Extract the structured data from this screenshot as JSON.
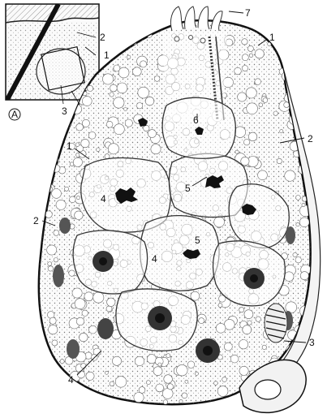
{
  "inset": {
    "panel_letter": "A",
    "labels": {
      "l1": "1",
      "l2": "2",
      "l3": "3"
    }
  },
  "main": {
    "labels": {
      "l1_top": "1",
      "l1_left": "1",
      "l2_right": "2",
      "l2_left": "2",
      "l3_right": "3",
      "l4_left_upper": "4",
      "l4_center": "4",
      "l4_left_lower": "4",
      "l5_upper": "5",
      "l5_center": "5",
      "l6": "6",
      "l7": "7"
    }
  }
}
